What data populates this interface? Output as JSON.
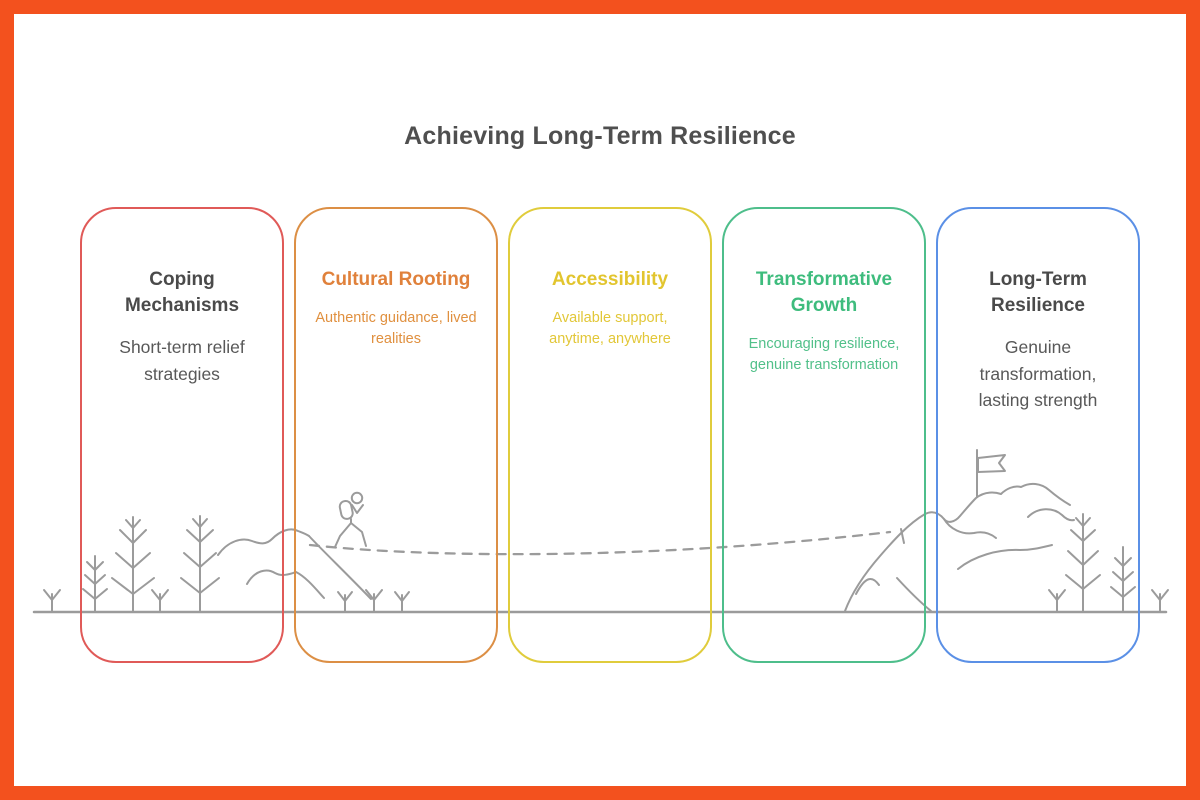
{
  "frame": {
    "color": "#F3511E"
  },
  "title": "Achieving Long-Term Resilience",
  "title_color": "#4F4F4F",
  "cards": [
    {
      "id": "coping-mechanisms",
      "title": "Coping Mechanisms",
      "subtitle": "Short-term relief strategies",
      "border_color": "#E05A58",
      "title_color": "#4A4A4A",
      "subtitle_color": "#585858",
      "subtitle_size": "large"
    },
    {
      "id": "cultural-rooting",
      "title": "Cultural Rooting",
      "subtitle": "Authentic guidance, lived realities",
      "border_color": "#DC8F45",
      "title_color": "#E0813B",
      "subtitle_color": "#E0903F",
      "subtitle_size": "small"
    },
    {
      "id": "accessibility",
      "title": "Accessibility",
      "subtitle": "Available support, anytime, anywhere",
      "border_color": "#E0CC3C",
      "title_color": "#E2C52E",
      "subtitle_color": "#E2C738",
      "subtitle_size": "small"
    },
    {
      "id": "transformative-growth",
      "title": "Transformative Growth",
      "subtitle": "Encouraging resilience, genuine transformation",
      "border_color": "#4EBE8B",
      "title_color": "#3EBC7D",
      "subtitle_color": "#52C08A",
      "subtitle_size": "small"
    },
    {
      "id": "long-term-resilience",
      "title": "Long-Term Resilience",
      "subtitle": "Genuine transformation, lasting strength",
      "border_color": "#5B90E6",
      "title_color": "#4A4A4A",
      "subtitle_color": "#585858",
      "subtitle_size": "large"
    }
  ],
  "illustration": {
    "stroke_color": "#9B9B9B",
    "elements": [
      "ground-line",
      "pine-trees",
      "grass-sprigs",
      "left-hill",
      "hiker",
      "dashed-trail",
      "summit-mountain",
      "summit-flag"
    ]
  }
}
